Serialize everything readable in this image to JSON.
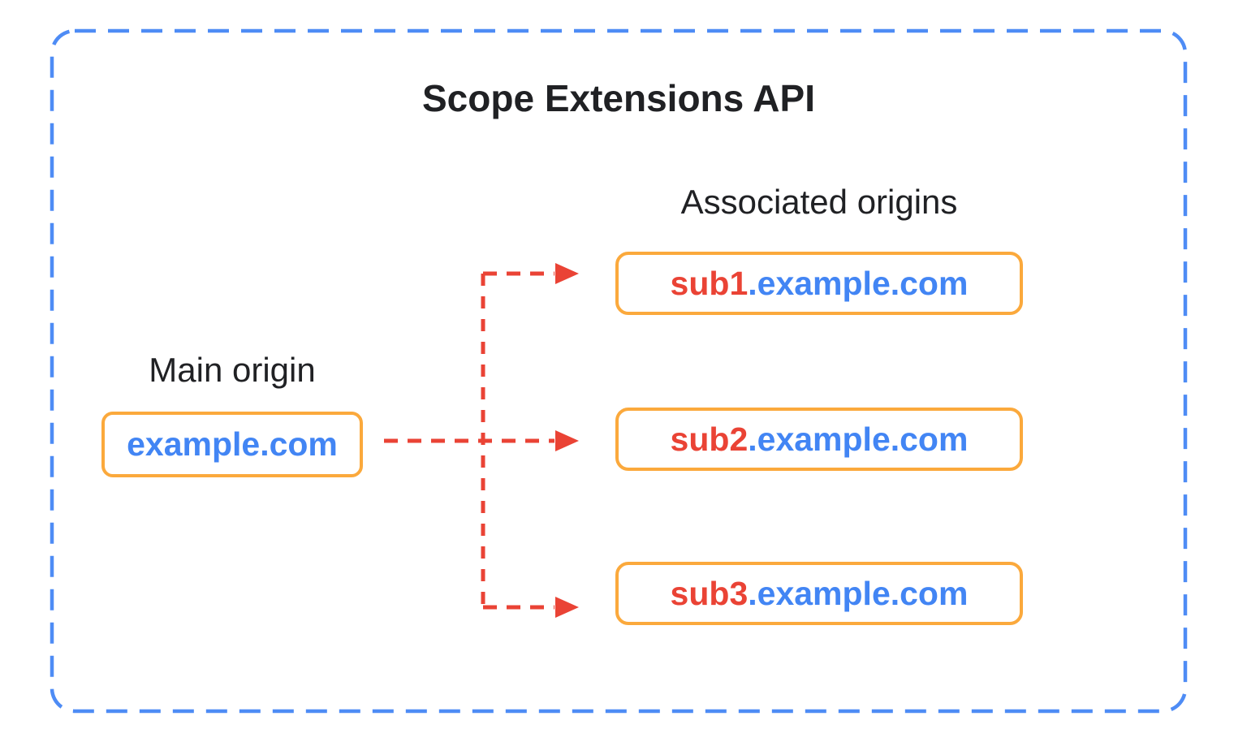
{
  "diagram": {
    "title": "Scope Extensions API",
    "main_origin": {
      "label": "Main origin",
      "domain": "example.com"
    },
    "associated_origins": {
      "label": "Associated origins",
      "items": [
        {
          "prefix": "sub1",
          "suffix": ".example.com"
        },
        {
          "prefix": "sub2",
          "suffix": ".example.com"
        },
        {
          "prefix": "sub3",
          "suffix": ".example.com"
        }
      ]
    },
    "connections": {
      "from": "example.com",
      "to": [
        "sub1.example.com",
        "sub2.example.com",
        "sub3.example.com"
      ],
      "line_style": "dashed"
    },
    "colors": {
      "frame_border_blue": "#4E8CF5",
      "box_border_orange": "#FBA93C",
      "arrow_red": "#EA4335",
      "domain_blue": "#4285F4",
      "subdomain_red": "#EA4335",
      "text_black": "#202124",
      "background": "#FFFFFF"
    }
  }
}
